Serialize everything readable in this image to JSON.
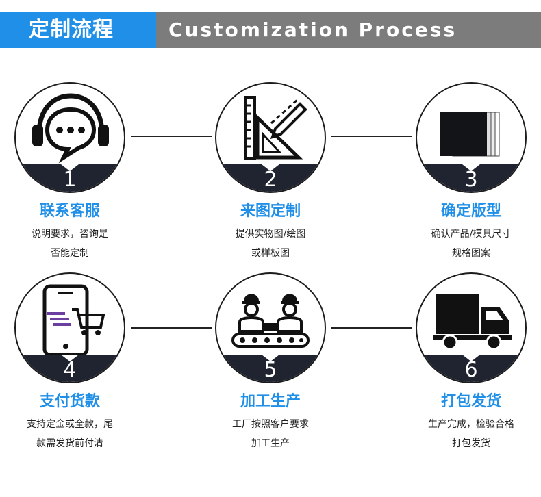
{
  "header": {
    "title_cn": "定制流程",
    "title_en": "Customization Process"
  },
  "steps": [
    {
      "number": "1",
      "title": "联系客服",
      "desc_line1": "说明要求，咨询是",
      "desc_line2": "否能定制",
      "icon": "headset-chat-icon"
    },
    {
      "number": "2",
      "title": "来图定制",
      "desc_line1": "提供实物图/绘图",
      "desc_line2": "或样板图",
      "icon": "ruler-pencil-icon"
    },
    {
      "number": "3",
      "title": "确定版型",
      "desc_line1": "确认产品/模具尺寸",
      "desc_line2": "规格图案",
      "icon": "sample-cards-icon"
    },
    {
      "number": "4",
      "title": "支付货款",
      "desc_line1": "支持定金或全款，尾",
      "desc_line2": "款需发货前付清",
      "icon": "phone-cart-icon"
    },
    {
      "number": "5",
      "title": "加工生产",
      "desc_line1": "工厂按照客户要求",
      "desc_line2": "加工生产",
      "icon": "factory-workers-icon"
    },
    {
      "number": "6",
      "title": "打包发货",
      "desc_line1": "生产完成，检验合格",
      "desc_line2": "打包发货",
      "icon": "delivery-truck-icon"
    }
  ],
  "colors": {
    "accent_blue": "#1f8fe8",
    "header_gray": "#7c7c7c",
    "band_dark": "#1f2430"
  }
}
